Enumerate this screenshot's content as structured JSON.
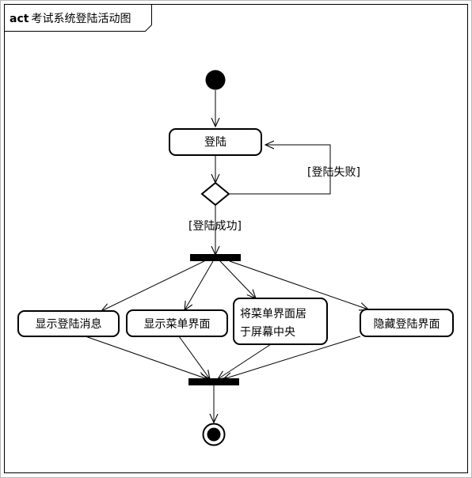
{
  "frame": {
    "keyword": "act",
    "title": "考试系统登陆活动图"
  },
  "nodes": {
    "login": "登陆",
    "show_login_message": "显示登陆消息",
    "show_menu": "显示菜单界面",
    "center_menu_line1": "将菜单界面居",
    "center_menu_line2": "于屏幕中央",
    "hide_login": "隐藏登陆界面"
  },
  "guards": {
    "login_failed": "[登陆失败]",
    "login_success": "[登陆成功]"
  }
}
